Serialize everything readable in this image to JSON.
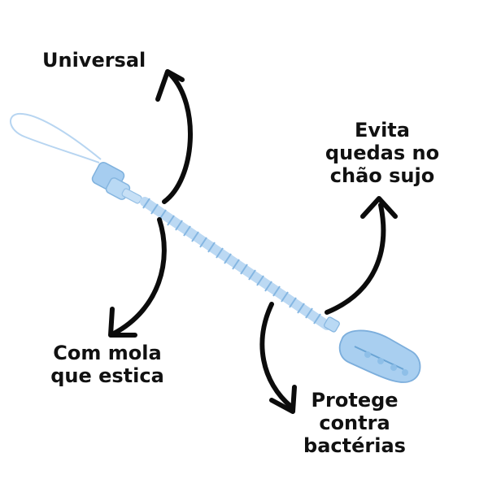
{
  "labels": {
    "universal": [
      "Universal"
    ],
    "evita": [
      "Evita",
      "quedas no",
      "chão sujo"
    ],
    "mola": [
      "Com mola",
      "que estica"
    ],
    "protege": [
      "Protege",
      "contra",
      "bactérias"
    ]
  },
  "colors": {
    "clip": "#9cc6ea",
    "clip_dark": "#6aa4d4",
    "cord": "#a9cdef",
    "spring": "#8fbde6",
    "arrow": "#0c0c0c",
    "text": "#111111"
  }
}
